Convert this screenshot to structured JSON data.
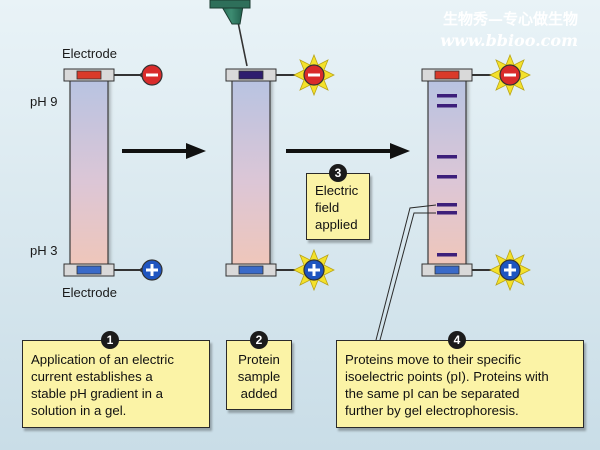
{
  "watermark": {
    "line1": "生物秀—专心做生物",
    "line2": "www.bbioo.com"
  },
  "labels": {
    "electrode_top": "Electrode",
    "electrode_bottom": "Electrode",
    "ph_top": "pH 9",
    "ph_bottom": "pH 3"
  },
  "steps": [
    {
      "number": "1",
      "lines": [
        "Application of an electric",
        "current establishes a",
        "stable pH gradient in a",
        "solution in a gel."
      ]
    },
    {
      "number": "2",
      "lines": [
        "Protein",
        "sample",
        "added"
      ]
    },
    {
      "number": "3",
      "lines": [
        "Electric",
        "field",
        "applied"
      ]
    },
    {
      "number": "4",
      "lines": [
        "Proteins move to their specific",
        "isoelectric points (pI). Proteins with",
        "the same pI can be separated",
        "further by gel electrophoresis."
      ]
    }
  ],
  "colors": {
    "background": "#d4e5ed",
    "note_fill": "#fbf3a6",
    "band": "#3d1f7a",
    "negative_terminal": "#d92b2b",
    "positive_terminal": "#1f55c0",
    "spark": "#f4e12a"
  },
  "icons": [
    "minus-sign-icon",
    "plus-sign-icon",
    "pipette-icon",
    "right-arrow-icon"
  ]
}
